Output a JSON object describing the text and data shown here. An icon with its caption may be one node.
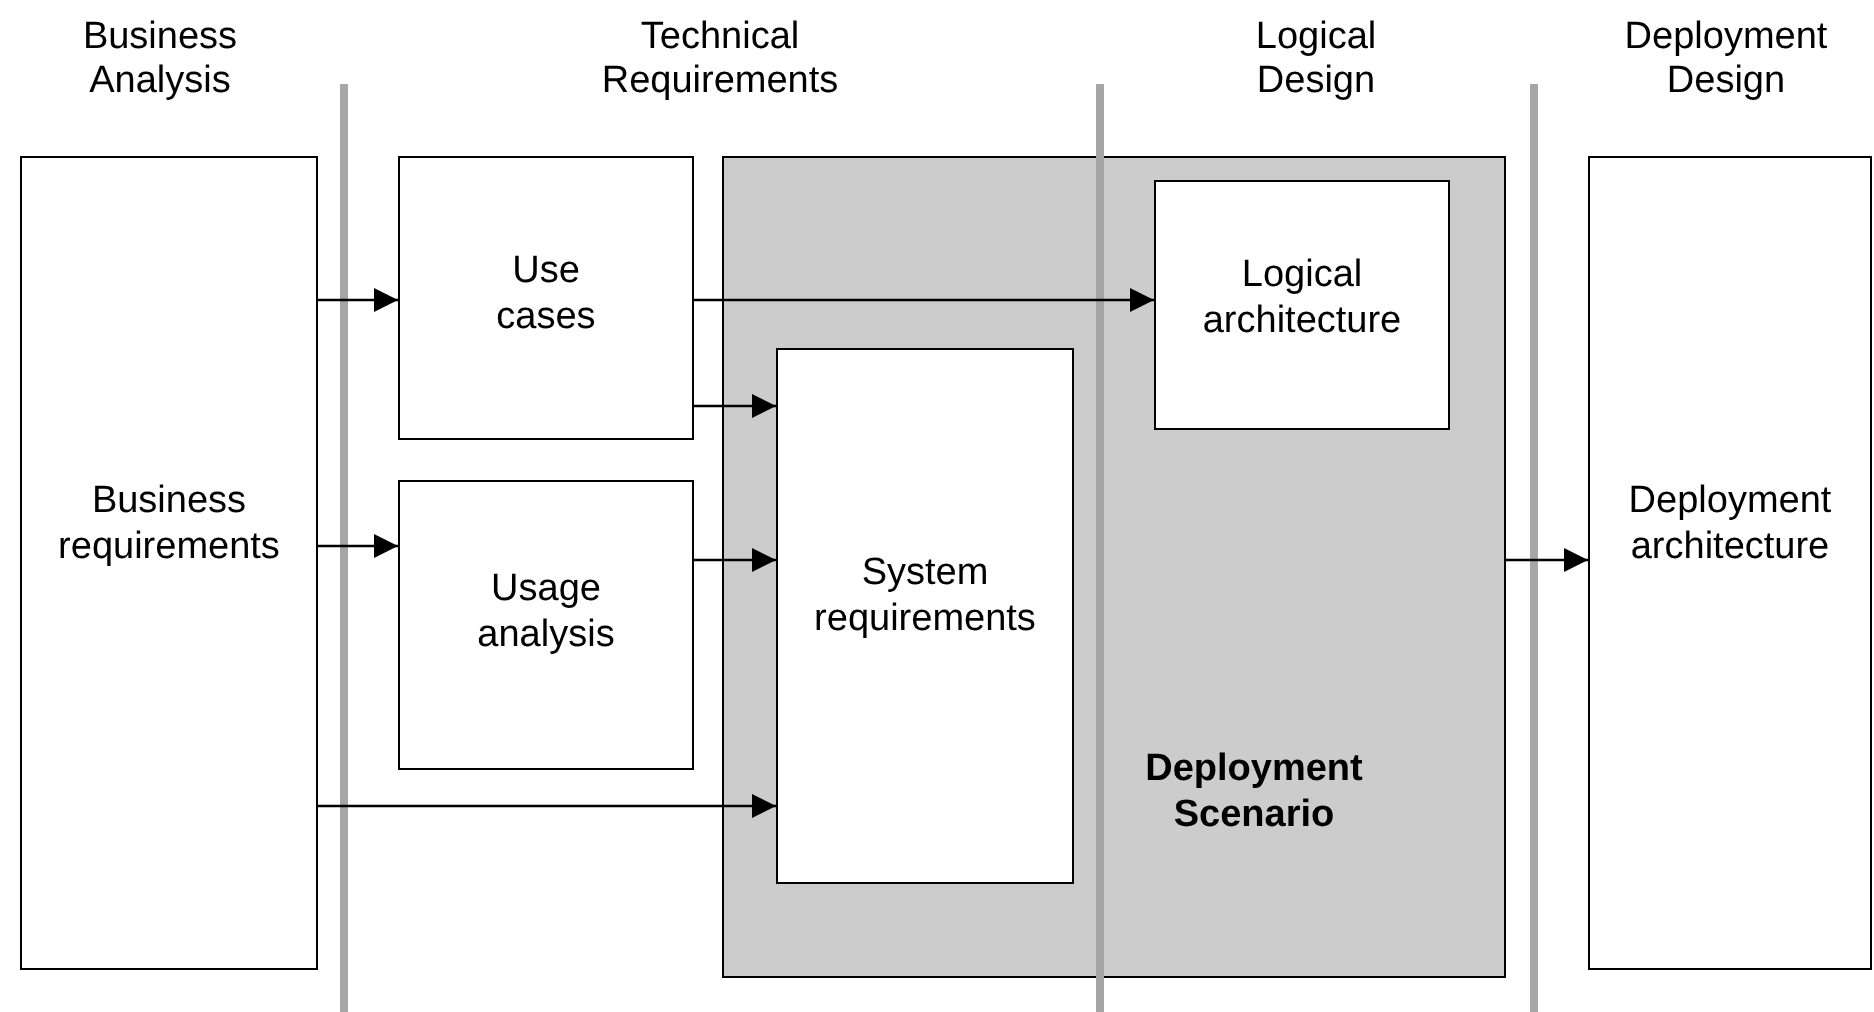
{
  "diagram": {
    "nodes": [
      {
        "text": [
          "Business requirements"
        ]
      },
      {
        "text": [
          "Use cases"
        ]
      },
      {
        "text": [
          "Usage analysis"
        ]
      },
      {
        "text": [
          "Deployment Scenario"
        ]
      },
      {
        "text": [
          "System requirements"
        ],
        "in": 3
      },
      {
        "text": [
          "Logical architecture"
        ],
        "in": 3
      },
      {
        "text": [
          "Deployment architecture"
        ]
      }
    ],
    "edges": [
      {
        "from": 0,
        "to": 1,
        "arrow": "to"
      },
      {
        "from": 0,
        "to": 2,
        "arrow": "to"
      },
      {
        "from": 0,
        "to": 4,
        "arrow": "to"
      },
      {
        "from": 1,
        "to": 5,
        "arrow": "to"
      },
      {
        "from": 1,
        "to": 4,
        "arrow": "to"
      },
      {
        "from": 2,
        "to": 4,
        "arrow": "to"
      },
      {
        "from": 3,
        "to": 6,
        "arrow": "to"
      }
    ],
    "labels": [
      "Business Analysis",
      "Technical Requirements",
      "Logical Design",
      "Deployment Design"
    ]
  }
}
